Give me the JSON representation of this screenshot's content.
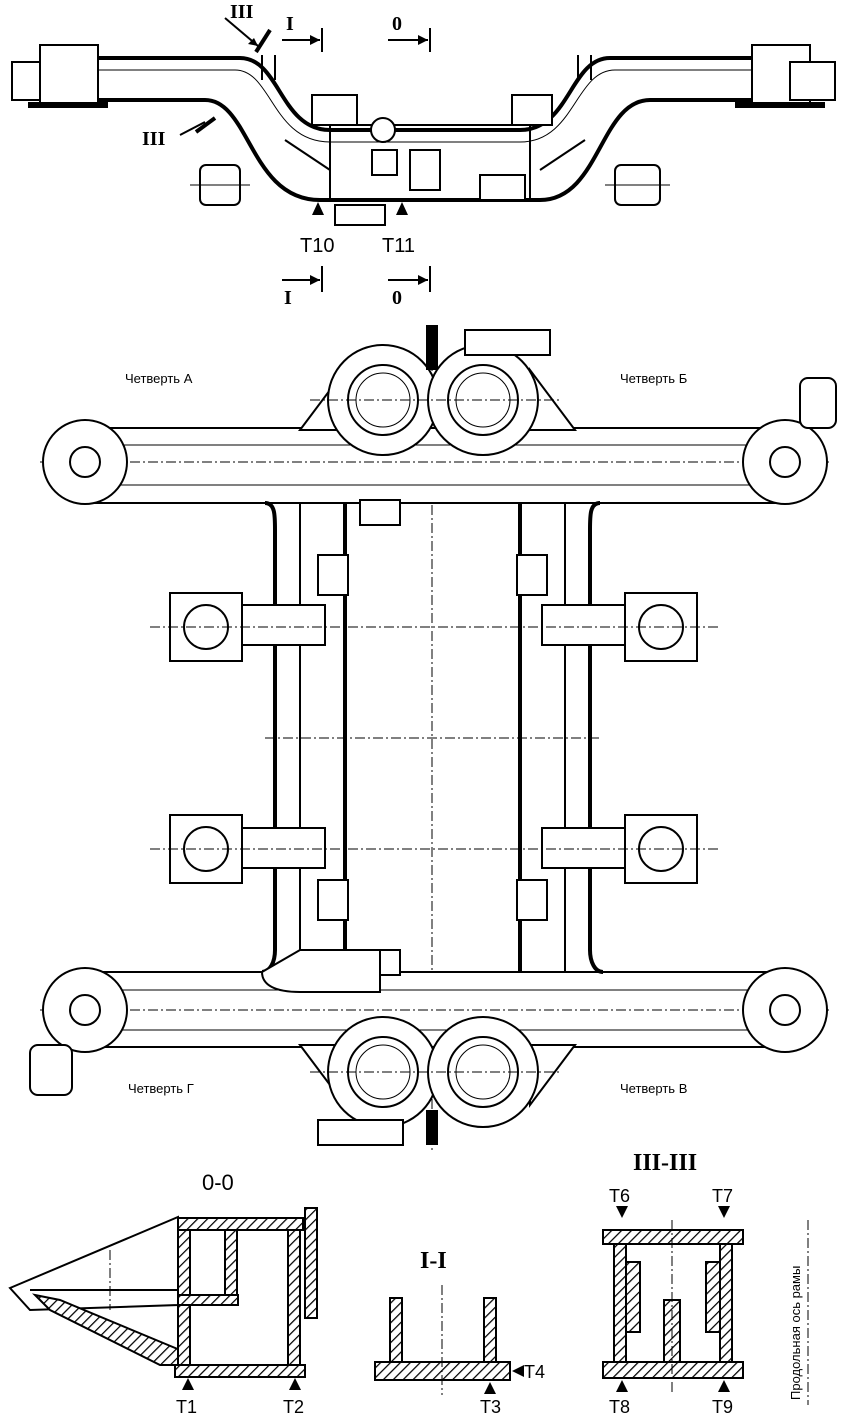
{
  "quarters": {
    "a": "Четверть А",
    "b": "Четверть Б",
    "v": "Четверть В",
    "g": "Четверть Г"
  },
  "sections": {
    "zero": "0-0",
    "one": "I-I",
    "three": "III-III"
  },
  "cut_marks": {
    "one": "I",
    "zero": "0",
    "three": "III"
  },
  "points": {
    "t1": "T1",
    "t2": "T2",
    "t3": "T3",
    "t4": "T4",
    "t6": "T6",
    "t7": "T7",
    "t8": "T8",
    "t9": "T9",
    "t10": "T10",
    "t11": "T11"
  },
  "axis_label": "Продольная ось рамы",
  "colors": {
    "ink": "#000000",
    "paper": "#ffffff",
    "hatch": "#000000"
  }
}
